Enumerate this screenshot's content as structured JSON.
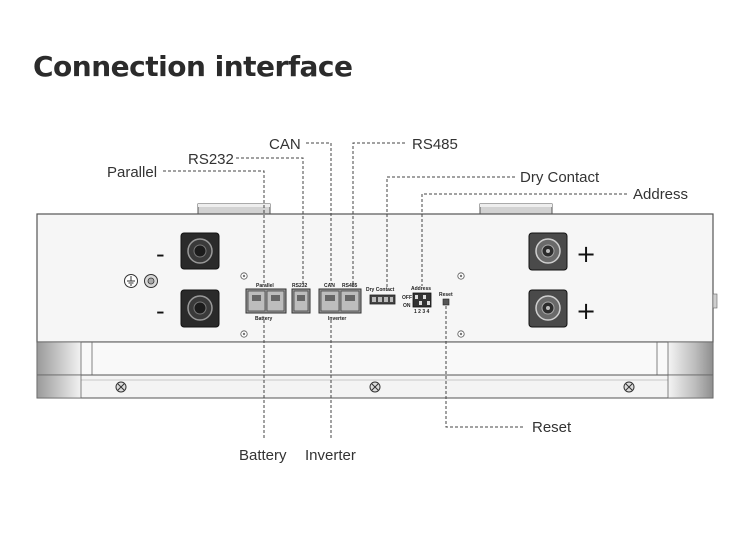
{
  "title": "Connection interface",
  "callouts": {
    "parallel": "Parallel",
    "rs232": "RS232",
    "can": "CAN",
    "rs485": "RS485",
    "dry_contact": "Dry Contact",
    "address": "Address",
    "reset": "Reset",
    "battery": "Battery",
    "inverter": "Inverter"
  },
  "panel_labels": {
    "parallel": "Parallel",
    "rs232": "RS232",
    "can": "CAN",
    "rs485": "RS485",
    "dry_contact": "Dry   Contact",
    "address": "Address",
    "off": "OFF",
    "on": "ON",
    "dip_numbers": "1 2 3 4",
    "reset": "Reset",
    "battery": "Battery",
    "inverter": "Inverter"
  },
  "terminals": {
    "negative_sign": "-",
    "positive_sign": "+"
  },
  "icons": [
    "ground-icon",
    "screw-icon",
    "power-terminal-icon"
  ]
}
